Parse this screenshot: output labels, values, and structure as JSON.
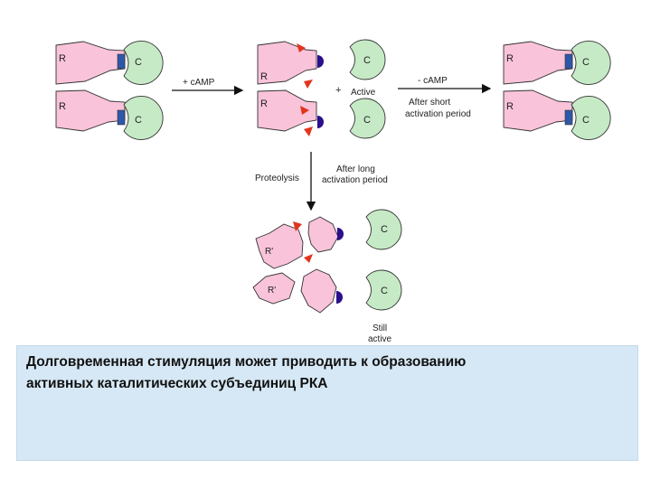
{
  "diagram": {
    "labels": {
      "reg": "R",
      "cat": "C",
      "frag": "R'",
      "plus_camp": "+ cAMP",
      "minus_camp": "- cAMP",
      "plus_sign": "+",
      "active": "Active",
      "after_short_1": "After short",
      "after_short_2": "activation period",
      "proteolysis": "Proteolysis",
      "after_long_1": "After long",
      "after_long_2": "activation period",
      "still_1": "Still",
      "still_2": "active"
    },
    "colors": {
      "regulatory": "#f9c3d9",
      "catalytic": "#c6eac6",
      "outline": "#333333",
      "camp": "#2b0f8c",
      "pseudosubstrate": "#2f57a8",
      "cleavage": "#e2341d",
      "arrow": "#111111"
    }
  },
  "caption": {
    "line1": "Долговременная стимуляция может приводить к образованию",
    "line2": "активных каталитических субъединиц РКА"
  }
}
